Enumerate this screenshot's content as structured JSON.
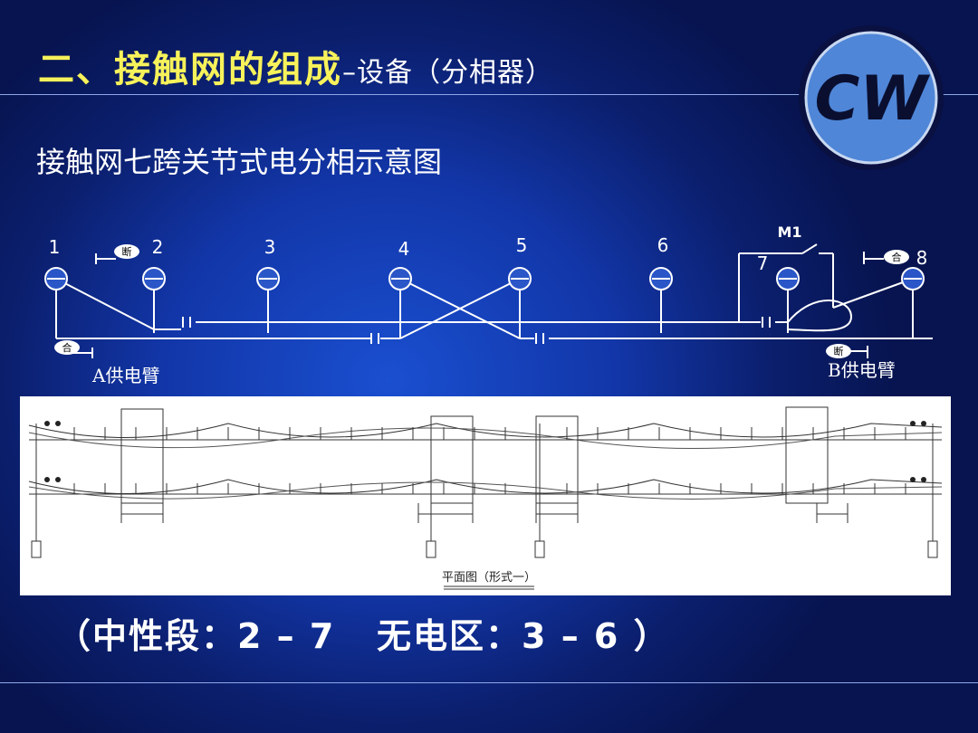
{
  "title": {
    "main": "二、接触网的组成",
    "sub": "–设备（分相器）"
  },
  "subtitle": "接触网七跨关节式电分相示意图",
  "logo": {
    "text": "CW",
    "icon": "cw-logo-icon"
  },
  "diagram": {
    "pole_numbers": [
      "1",
      "2",
      "3",
      "4",
      "5",
      "6",
      "7",
      "8"
    ],
    "switch_label": "M1",
    "switch_states": {
      "open": "断",
      "closed": "合"
    },
    "feeder_a": "A供电臂",
    "feeder_b": "B供电臂"
  },
  "plan_view": {
    "caption": "平面图（形式一）"
  },
  "footer": "（中性段：2 – 7   无电区：3 – 6 ）"
}
